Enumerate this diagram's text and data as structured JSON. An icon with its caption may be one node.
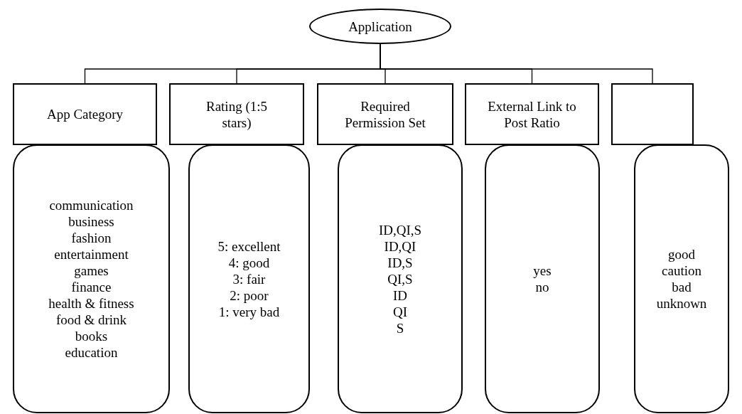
{
  "diagram": {
    "nodes": [
      {
        "text": [
          "Application"
        ]
      },
      {
        "text": [
          "App Category"
        ]
      },
      {
        "text": [
          "Rating (1:5 stars)"
        ]
      },
      {
        "text": [
          "Required Permission Set"
        ]
      },
      {
        "text": [
          "External Link to Post Ratio"
        ]
      },
      {
        "text": [],
        "shape": "box"
      },
      {
        "text": [
          "communication",
          "business",
          "fashion",
          "entertainment",
          "games",
          "finance",
          "health & fitness",
          "food & drink",
          "books",
          "education"
        ]
      },
      {
        "text": [
          "5: excellent",
          "4: good",
          "3: fair",
          "2: poor",
          "1: very bad"
        ]
      },
      {
        "text": [
          "ID,QI,S",
          "ID,QI",
          "ID,S",
          "QI,S",
          "ID",
          "QI",
          "S"
        ]
      },
      {
        "text": [
          "yes",
          "no"
        ]
      },
      {
        "text": [
          "good",
          "caution",
          "bad",
          "unknown"
        ]
      }
    ],
    "edges": [
      {
        "from": 0,
        "to": 1,
        "arrow": "none"
      },
      {
        "from": 0,
        "to": 2,
        "arrow": "none"
      },
      {
        "from": 0,
        "to": 3,
        "arrow": "none"
      },
      {
        "from": 0,
        "to": 4,
        "arrow": "none"
      },
      {
        "from": 0,
        "to": 5,
        "arrow": "none"
      }
    ]
  }
}
